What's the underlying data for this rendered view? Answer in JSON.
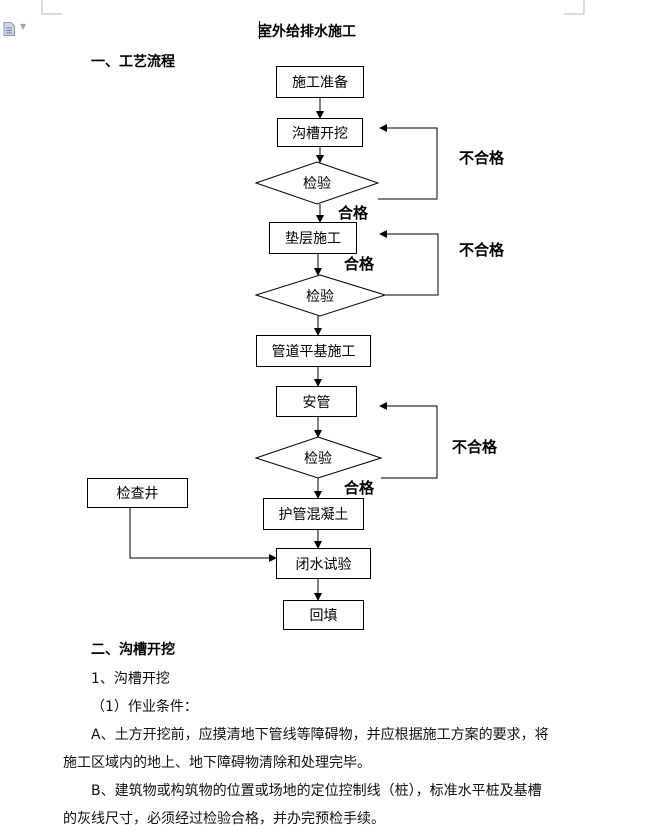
{
  "doc": {
    "title": "室外给排水施工",
    "section1": "一、工艺流程",
    "section2": "二、沟槽开挖",
    "sub1": "1、沟槽开挖",
    "sub1_1": "（1）作业条件：",
    "itemA_line1": "A、土方开挖前，应摸清地下管线等障碍物，并应根据施工方案的要求，将",
    "itemA_line2": "施工区域内的地上、地下障碍物清除和处理完毕。",
    "itemB_line1": "B、建筑物或构筑物的位置或场地的定位控制线（桩），标准水平桩及基槽",
    "itemB_line2": "的灰线尺寸，必须经过检验合格，并办完预检手续。"
  },
  "flow": {
    "steps": {
      "prep": "施工准备",
      "trench": "沟槽开挖",
      "inspect1": "检验",
      "cushion": "垫层施工",
      "inspect2": "检验",
      "base": "管道平基施工",
      "install": "安管",
      "inspect3": "检验",
      "concrete": "护管混凝土",
      "closed_water": "闭水试验",
      "backfill": "回填",
      "inspection_well": "检查井"
    },
    "pass1": "合格",
    "pass2": "合格",
    "pass3": "合格",
    "fail1": "不合格",
    "fail2": "不合格",
    "fail3": "不合格"
  },
  "icons": {
    "doc_icon": "document-icon",
    "dropdown": "caret-down-icon"
  }
}
